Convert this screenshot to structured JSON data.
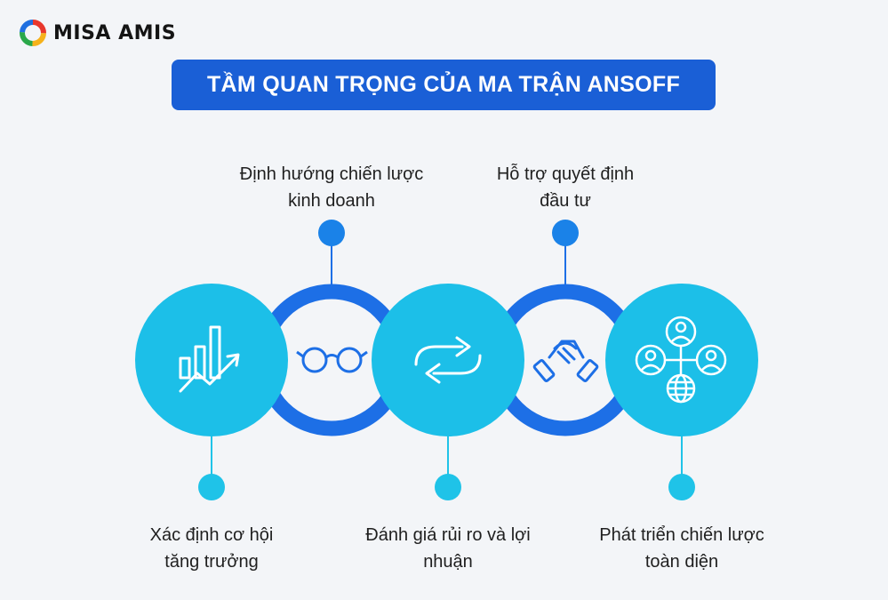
{
  "brand": {
    "name": "MISA AMIS"
  },
  "title": "TẦM QUAN TRỌNG CỦA MA TRẬN ANSOFF",
  "items": [
    {
      "label_line1": "Xác định cơ hội",
      "label_line2": "tăng trưởng",
      "icon": "growth-chart-icon"
    },
    {
      "label_line1": "Định hướng chiến lược",
      "label_line2": "kinh doanh",
      "icon": "glasses-icon"
    },
    {
      "label_line1": "Đánh giá rủi ro và lợi",
      "label_line2": "nhuận",
      "icon": "refresh-arrows-icon"
    },
    {
      "label_line1": "Hỗ trợ quyết định",
      "label_line2": "đầu tư",
      "icon": "handshake-icon"
    },
    {
      "label_line1": "Phát triển chiến lược",
      "label_line2": "toàn diện",
      "icon": "network-globe-icon"
    }
  ],
  "colors": {
    "title_bg": "#1a5fd6",
    "circle_fill": "#1cbfe8",
    "ring_blue": "#1d6fe6",
    "dot_dark": "#1a82e8",
    "dot_light": "#1fc3e8",
    "background": "#f3f5f8"
  }
}
